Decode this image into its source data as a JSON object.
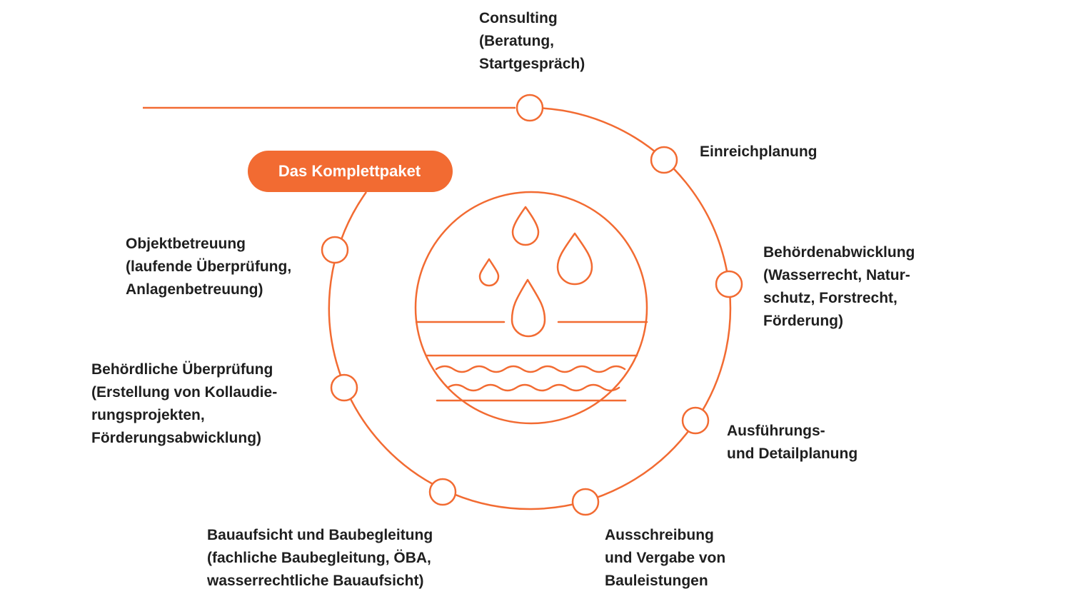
{
  "colors": {
    "accent": "#f26b32",
    "text": "#1f1f1f",
    "background": "#ffffff"
  },
  "center_icon": "water-drops-and-waves-icon",
  "badge": {
    "label": "Das Komplettpaket"
  },
  "steps": [
    {
      "id": "consulting",
      "lines": [
        "Consulting",
        "(Beratung,",
        "Startgespräch)"
      ]
    },
    {
      "id": "einreichplanung",
      "lines": [
        "Einreichplanung"
      ]
    },
    {
      "id": "behoerdenabwicklung",
      "lines": [
        "Behördenabwicklung",
        "(Wasserrecht, Natur-",
        "schutz, Forstrecht,",
        "Förderung)"
      ]
    },
    {
      "id": "ausfuehrungsplanung",
      "lines": [
        "Ausführungs-",
        "und Detailplanung"
      ]
    },
    {
      "id": "ausschreibung",
      "lines": [
        "Ausschreibung",
        "und Vergabe von",
        "Bauleistungen"
      ]
    },
    {
      "id": "bauaufsicht",
      "lines": [
        "Bauaufsicht und Baubegleitung",
        "(fachliche Baubegleitung, ÖBA,",
        "wasserrechtliche Bauaufsicht)"
      ]
    },
    {
      "id": "behoerdliche-ueberpruefung",
      "lines": [
        "Behördliche Überprüfung",
        "(Erstellung von Kollaudie-",
        "rungsprojekten,",
        "Förderungsabwicklung)"
      ]
    },
    {
      "id": "objektbetreuung",
      "lines": [
        "Objektbetreuung",
        "(laufende Überprüfung,",
        "Anlagenbetreuung)"
      ]
    }
  ]
}
